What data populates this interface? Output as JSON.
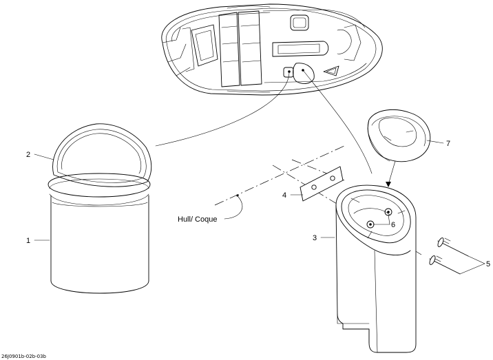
{
  "callouts": {
    "c1": "1",
    "c2": "2",
    "c3": "3",
    "c4": "4",
    "c5": "5",
    "c6": "6",
    "c7": "7"
  },
  "hull_label": "Hull/ Coque",
  "reference_code": "26J0901b-02b-03b"
}
